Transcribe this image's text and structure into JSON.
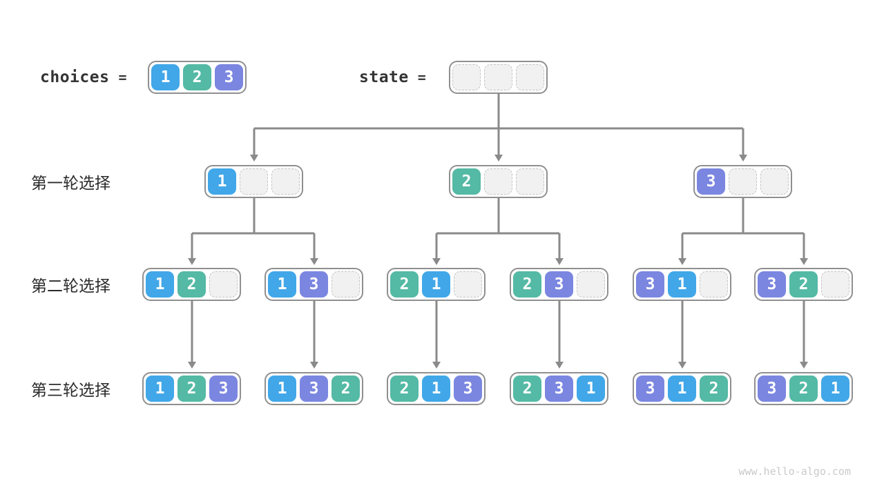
{
  "header": {
    "choices_label": "choices",
    "state_label": "state",
    "equals": "=",
    "choices_values": [
      "1",
      "2",
      "3"
    ],
    "state_values": [
      null,
      null,
      null
    ]
  },
  "rows": [
    {
      "label": "第一轮选择",
      "boxes": [
        [
          "1",
          null,
          null
        ],
        [
          "2",
          null,
          null
        ],
        [
          "3",
          null,
          null
        ]
      ]
    },
    {
      "label": "第二轮选择",
      "boxes": [
        [
          "1",
          "2",
          null
        ],
        [
          "1",
          "3",
          null
        ],
        [
          "2",
          "1",
          null
        ],
        [
          "2",
          "3",
          null
        ],
        [
          "3",
          "1",
          null
        ],
        [
          "3",
          "2",
          null
        ]
      ]
    },
    {
      "label": "第三轮选择",
      "boxes": [
        [
          "1",
          "2",
          "3"
        ],
        [
          "1",
          "3",
          "2"
        ],
        [
          "2",
          "1",
          "3"
        ],
        [
          "2",
          "3",
          "1"
        ],
        [
          "3",
          "1",
          "2"
        ],
        [
          "3",
          "2",
          "1"
        ]
      ]
    }
  ],
  "colors": {
    "value_1": "#41a7e8",
    "value_2": "#54b9a5",
    "value_3": "#7b86e0",
    "empty_fill": "#f1f1f1",
    "empty_border": "#c4c4c4",
    "box_border": "#8f8f8f",
    "connector": "#8a8a8a",
    "background": "#ffffff"
  },
  "watermark": "www.hello-algo.com"
}
